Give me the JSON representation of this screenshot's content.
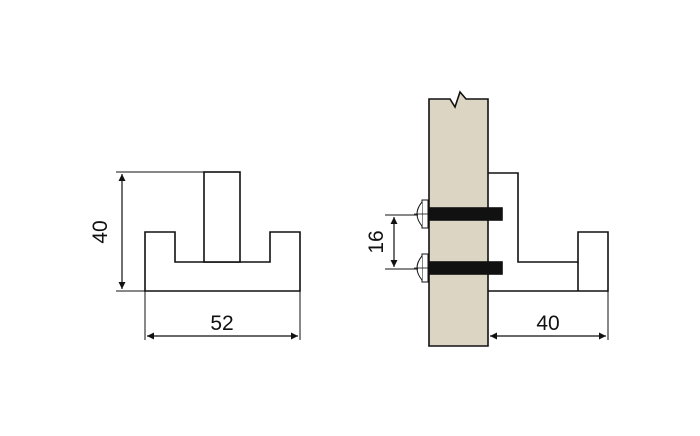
{
  "diagram": {
    "front_view": {
      "height_dim": "40",
      "width_dim": "52"
    },
    "side_view": {
      "screw_spacing_dim": "16",
      "projection_dim": "40"
    },
    "colors": {
      "wood": "#ddd5c4",
      "stroke": "#111111",
      "screw": "#111111"
    }
  }
}
